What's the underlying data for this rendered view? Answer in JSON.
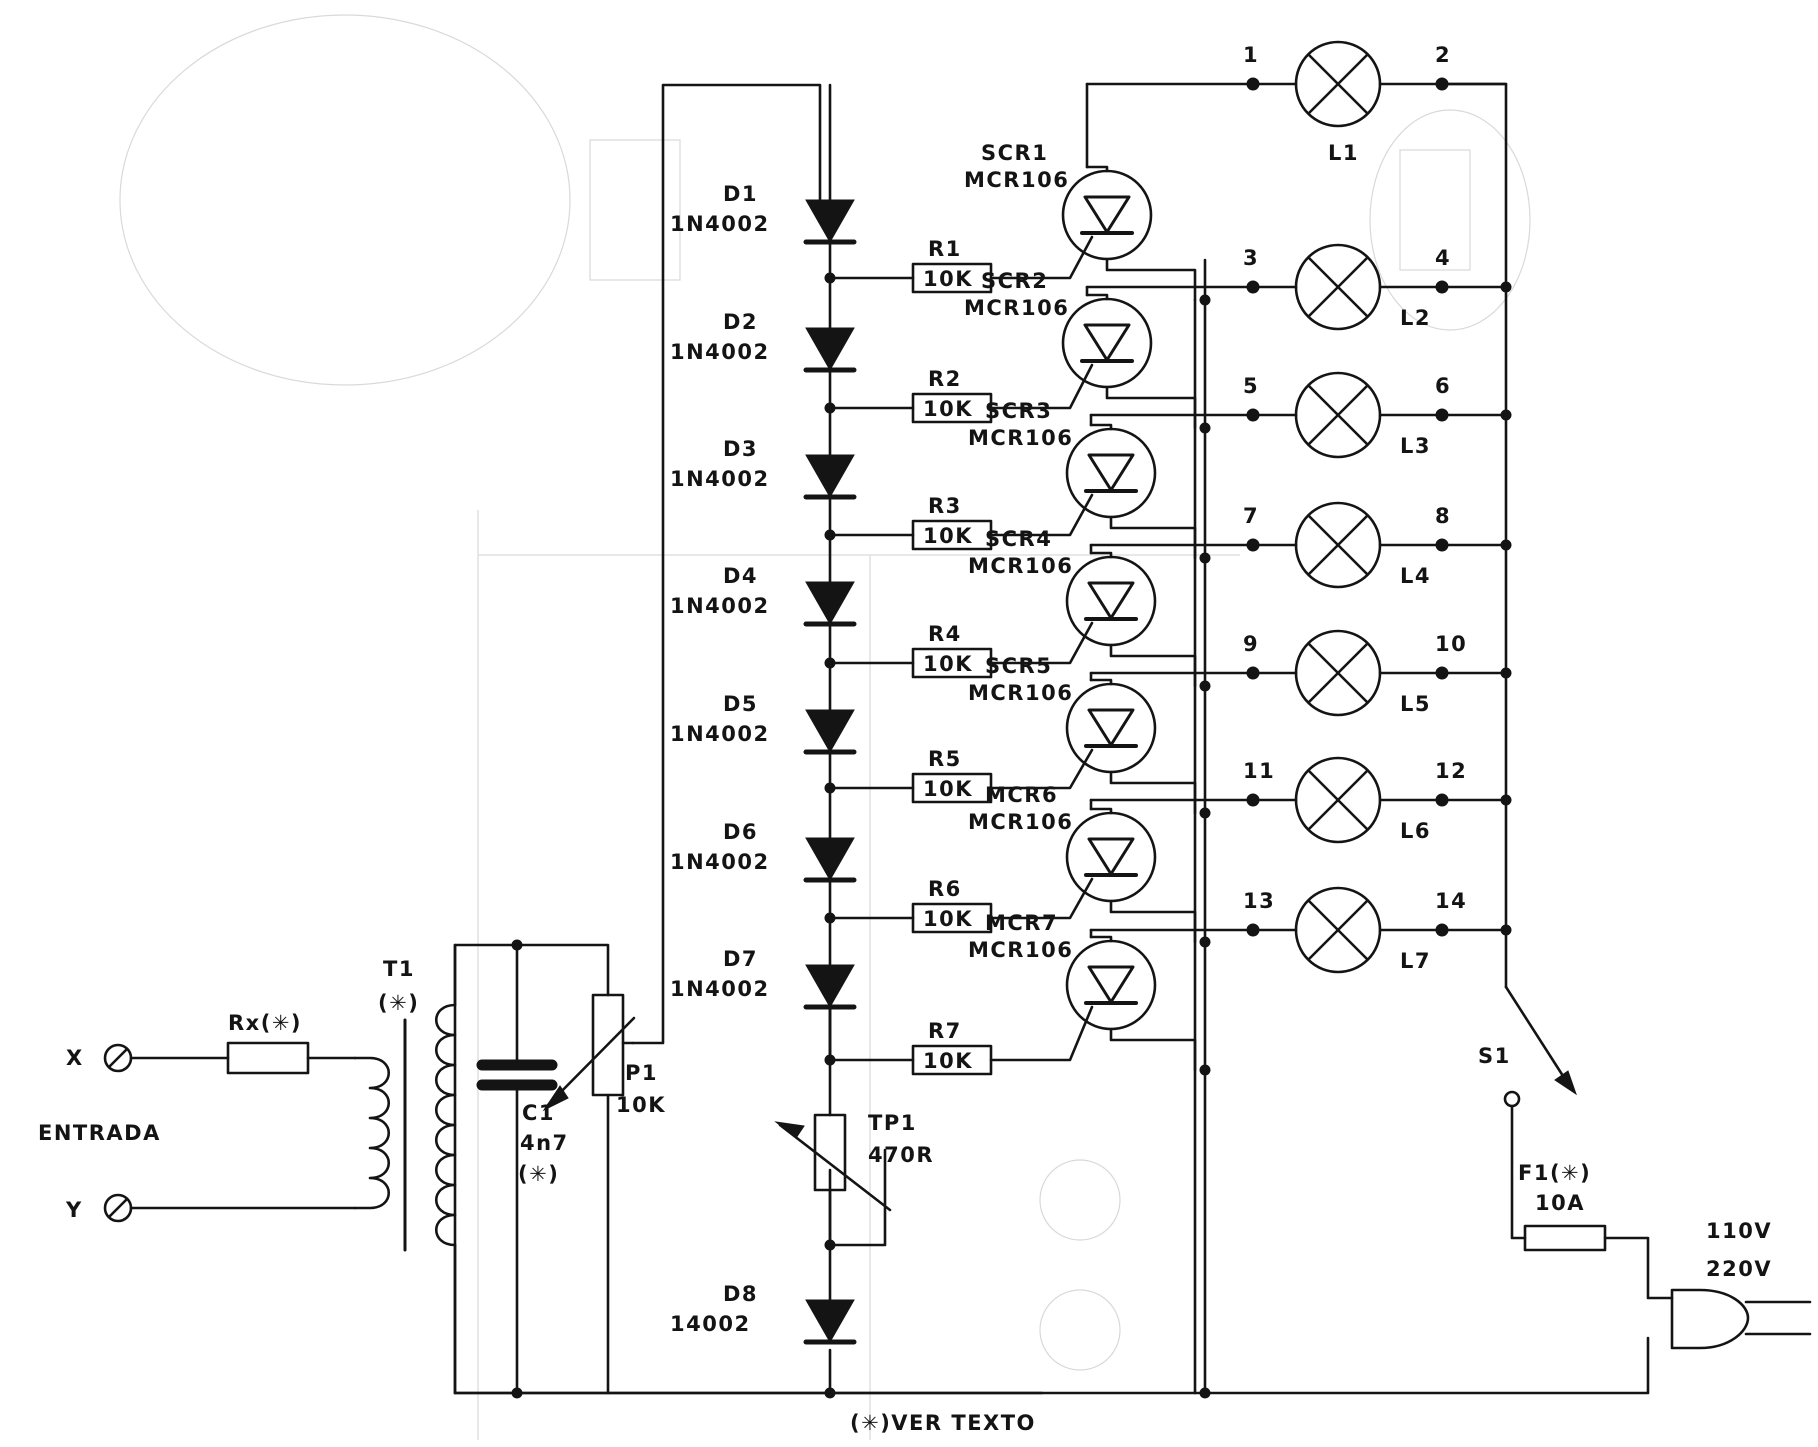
{
  "diodes": [
    {
      "ref": "D1",
      "part": "1N4002"
    },
    {
      "ref": "D2",
      "part": "1N4002"
    },
    {
      "ref": "D3",
      "part": "1N4002"
    },
    {
      "ref": "D4",
      "part": "1N4002"
    },
    {
      "ref": "D5",
      "part": "1N4002"
    },
    {
      "ref": "D6",
      "part": "1N4002"
    },
    {
      "ref": "D7",
      "part": "1N4002"
    },
    {
      "ref": "D8",
      "part": "14002"
    }
  ],
  "resistors": [
    {
      "ref": "R1",
      "value": "10K"
    },
    {
      "ref": "R2",
      "value": "10K"
    },
    {
      "ref": "R3",
      "value": "10K"
    },
    {
      "ref": "R4",
      "value": "10K"
    },
    {
      "ref": "R5",
      "value": "10K"
    },
    {
      "ref": "R6",
      "value": "10K"
    },
    {
      "ref": "R7",
      "value": "10K"
    }
  ],
  "scrs": [
    {
      "ref": "SCR1",
      "part": "MCR106"
    },
    {
      "ref": "SCR2",
      "part": "MCR106"
    },
    {
      "ref": "SCR3",
      "part": "MCR106"
    },
    {
      "ref": "SCR4",
      "part": "MCR106"
    },
    {
      "ref": "SCR5",
      "part": "MCR106"
    },
    {
      "ref": "MCR6",
      "part": "MCR106"
    },
    {
      "ref": "MCR7",
      "part": "MCR106"
    }
  ],
  "lamps": [
    {
      "ref": "L1",
      "left_terminal": "1",
      "right_terminal": "2"
    },
    {
      "ref": "L2",
      "left_terminal": "3",
      "right_terminal": "4"
    },
    {
      "ref": "L3",
      "left_terminal": "5",
      "right_terminal": "6"
    },
    {
      "ref": "L4",
      "left_terminal": "7",
      "right_terminal": "8"
    },
    {
      "ref": "L5",
      "left_terminal": "9",
      "right_terminal": "10"
    },
    {
      "ref": "L6",
      "left_terminal": "11",
      "right_terminal": "12"
    },
    {
      "ref": "L7",
      "left_terminal": "13",
      "right_terminal": "14"
    }
  ],
  "input": {
    "terminal_x": "X",
    "terminal_y": "Y",
    "label": "ENTRADA",
    "rx": "Rx(✳)",
    "transformer": "T1",
    "transformer_note": "(✳)"
  },
  "capacitor": {
    "ref": "C1",
    "value": "4n7",
    "note": "(✳)"
  },
  "pot": {
    "ref": "P1",
    "value": "10K"
  },
  "trimpot": {
    "ref": "TP1",
    "value": "470R"
  },
  "switch": {
    "ref": "S1"
  },
  "fuse": {
    "ref": "F1(✳)",
    "value": "10A"
  },
  "mains": {
    "v1": "110V",
    "v2": "220V"
  },
  "footnote": "(✳)VER TEXTO"
}
